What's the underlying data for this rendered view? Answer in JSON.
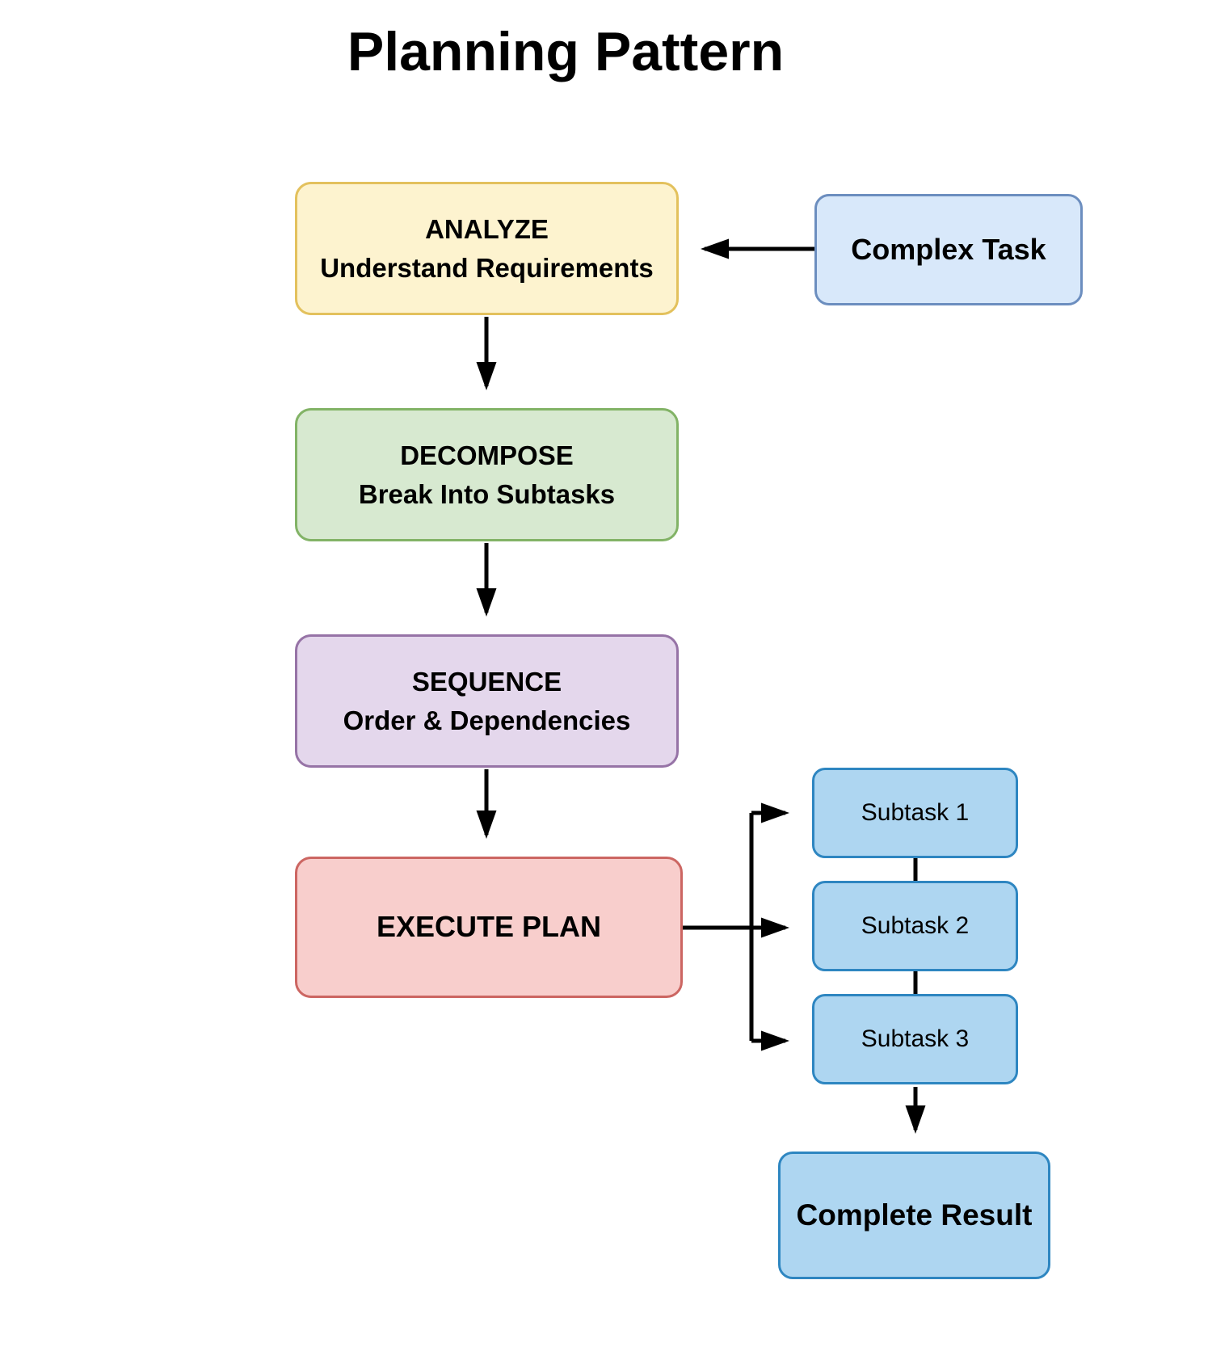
{
  "title": "Planning Pattern",
  "nodes": {
    "analyze": {
      "line1": "ANALYZE",
      "line2": "Understand Requirements"
    },
    "complex_task": {
      "label": "Complex Task"
    },
    "decompose": {
      "line1": "DECOMPOSE",
      "line2": "Break Into Subtasks"
    },
    "sequence": {
      "line1": "SEQUENCE",
      "line2": "Order & Dependencies"
    },
    "execute": {
      "label": "EXECUTE PLAN"
    },
    "subtask1": {
      "label": "Subtask 1"
    },
    "subtask2": {
      "label": "Subtask 2"
    },
    "subtask3": {
      "label": "Subtask 3"
    },
    "complete_result": {
      "label": "Complete Result"
    }
  },
  "edges": [
    {
      "from": "complex_task",
      "to": "analyze",
      "arrow": true
    },
    {
      "from": "analyze",
      "to": "decompose",
      "arrow": true
    },
    {
      "from": "decompose",
      "to": "sequence",
      "arrow": true
    },
    {
      "from": "sequence",
      "to": "execute",
      "arrow": true
    },
    {
      "from": "execute",
      "to": "subtask1",
      "arrow": true
    },
    {
      "from": "execute",
      "to": "subtask2",
      "arrow": true
    },
    {
      "from": "execute",
      "to": "subtask3",
      "arrow": true
    },
    {
      "from": "subtask1",
      "to": "subtask2",
      "arrow": false
    },
    {
      "from": "subtask2",
      "to": "subtask3",
      "arrow": false
    },
    {
      "from": "subtask3",
      "to": "complete_result",
      "arrow": true
    }
  ],
  "colors": {
    "analyze_fill": "#fdf3cf",
    "analyze_border": "#e3c15d",
    "complex_fill": "#d8e8fa",
    "complex_border": "#6c8ebf",
    "decompose_fill": "#d7e9d0",
    "decompose_border": "#82b366",
    "sequence_fill": "#e4d7ec",
    "sequence_border": "#9673a6",
    "execute_fill": "#f8cecc",
    "execute_border": "#cc6662",
    "subtask_fill": "#aed6f1",
    "subtask_border": "#2e86c1",
    "edge_color": "#000000",
    "text_color": "#000000",
    "background": "#ffffff"
  }
}
